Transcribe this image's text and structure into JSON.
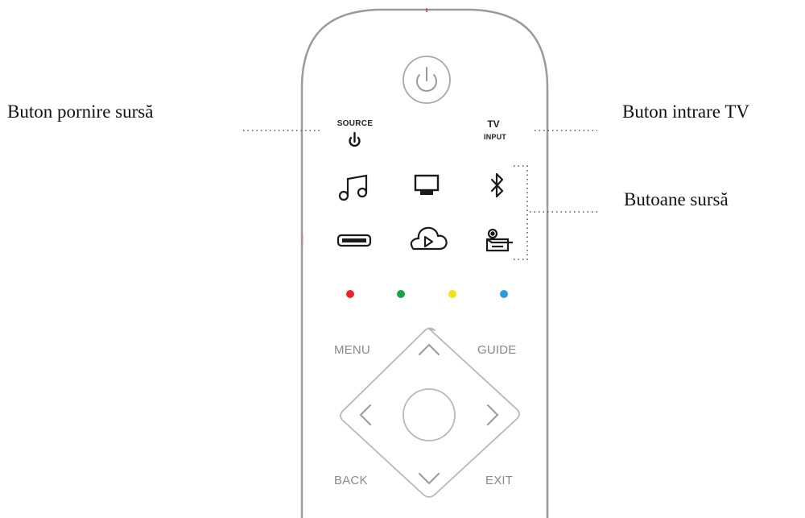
{
  "callouts": {
    "source_power": "Buton pornire sursă",
    "tv_input": "Buton intrare TV",
    "source_buttons": "Butoane sursă"
  },
  "remote": {
    "source_label": "SOURCE",
    "tv_label_top": "TV",
    "tv_label_bottom": "INPUT",
    "menu_label": "MENU",
    "guide_label": "GUIDE",
    "back_label": "BACK",
    "exit_label": "EXIT",
    "source_icons": [
      "music-icon",
      "tv-icon",
      "bluetooth-icon",
      "hdmi-device-icon",
      "cloud-stream-icon",
      "set-top-box-icon"
    ],
    "color_buttons": [
      "#e8262a",
      "#16a34a",
      "#f2e21a",
      "#2b9be0"
    ]
  }
}
